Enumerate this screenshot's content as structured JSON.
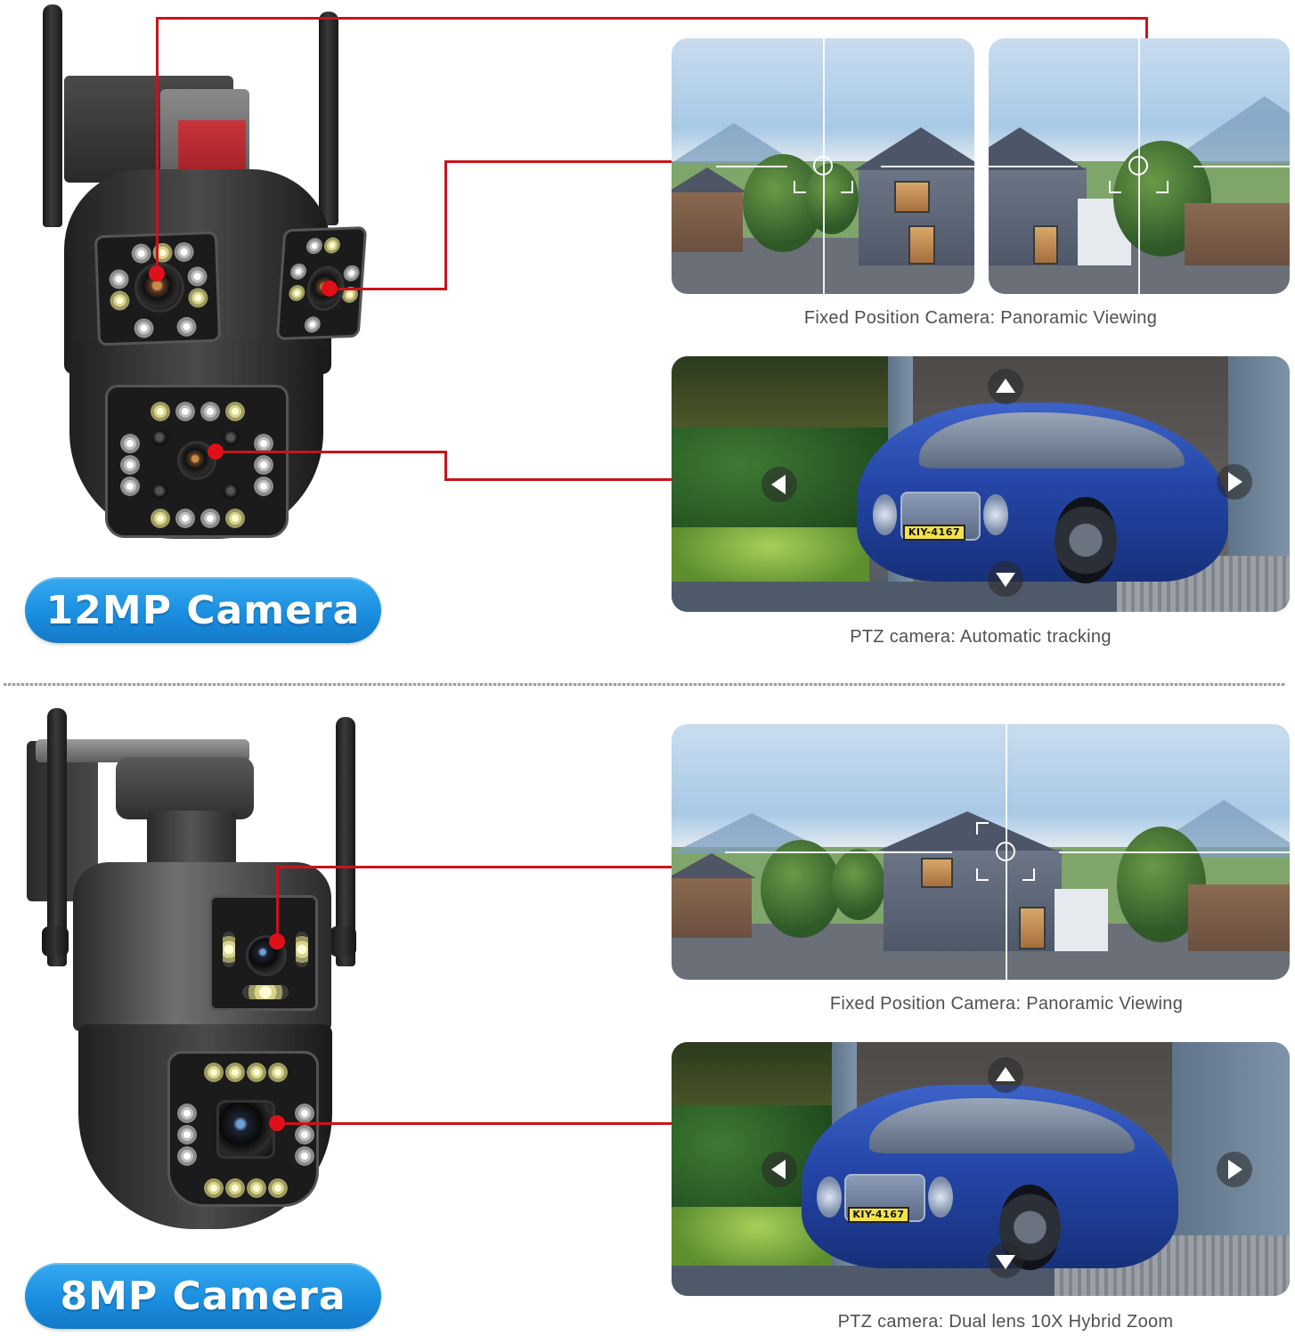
{
  "sections": [
    {
      "id": "12mp",
      "badge_label": "12MP Camera",
      "product": "tri-lens PTZ security camera",
      "lenses": [
        "fixed-lens-left",
        "fixed-lens-right",
        "ptz-lens"
      ],
      "previews": [
        {
          "kind": "fixed-panoramic",
          "panels": 2,
          "caption": "Fixed Position Camera: Panoramic Viewing"
        },
        {
          "kind": "ptz",
          "caption": "PTZ camera: Automatic tracking",
          "license_plate": "KIY-4167",
          "controls": [
            "up-arrow",
            "down-arrow",
            "left-arrow",
            "right-arrow"
          ]
        }
      ]
    },
    {
      "id": "8mp",
      "badge_label": "8MP Camera",
      "product": "dual-lens PTZ security camera",
      "lenses": [
        "fixed-lens",
        "ptz-lens"
      ],
      "previews": [
        {
          "kind": "fixed-panoramic",
          "panels": 1,
          "caption": "Fixed Position Camera: Panoramic Viewing"
        },
        {
          "kind": "ptz",
          "caption": "PTZ camera: Dual lens 10X Hybrid Zoom",
          "license_plate": "KIY-4167",
          "controls": [
            "up-arrow",
            "down-arrow",
            "left-arrow",
            "right-arrow"
          ]
        }
      ]
    }
  ],
  "colors": {
    "callout_red": "#c8141c",
    "badge_blue": "#1b8fe0",
    "caption_gray": "#505050"
  }
}
